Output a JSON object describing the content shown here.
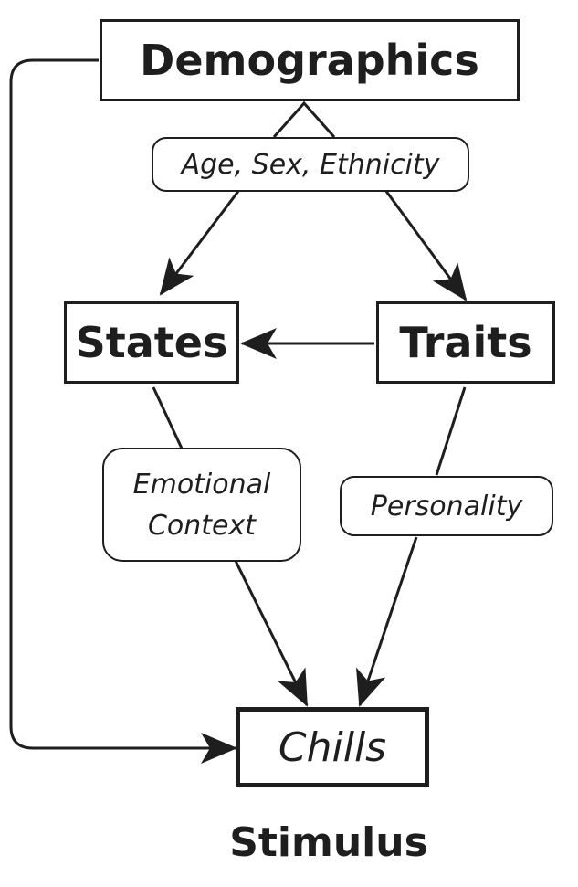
{
  "nodes": {
    "demographics": "Demographics",
    "age_sex_ethnicity": "Age, Sex, Ethnicity",
    "states": "States",
    "traits": "Traits",
    "emotional_context": "Emotional Context",
    "personality": "Personality",
    "chills": "Chills",
    "stimulus": "Stimulus"
  },
  "colors": {
    "ink": "#1e1e1e",
    "background": "#ffffff"
  }
}
